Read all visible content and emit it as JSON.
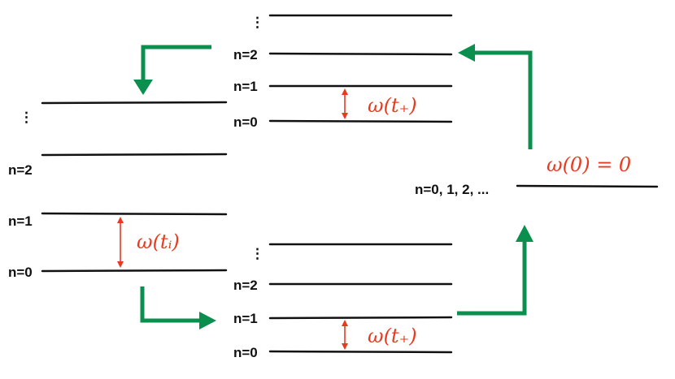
{
  "colors": {
    "level_line": "#111111",
    "frequency": "#e83a1e",
    "flow_arrow": "#0b8f4f"
  },
  "ellipsis": "⋮",
  "groups": {
    "left": {
      "levels": {
        "n0": "n=0",
        "n1": "n=1",
        "n2": "n=2"
      },
      "frequency": "ω(tᵢ)"
    },
    "top": {
      "levels": {
        "n0": "n=0",
        "n1": "n=1",
        "n2": "n=2"
      },
      "frequency": "ω(t₊)"
    },
    "bottom": {
      "levels": {
        "n0": "n=0",
        "n1": "n=1",
        "n2": "n=2"
      },
      "frequency": "ω(t₊)"
    },
    "right": {
      "level": "n=0, 1, 2, ...",
      "frequency": "ω(0) = 0"
    }
  }
}
